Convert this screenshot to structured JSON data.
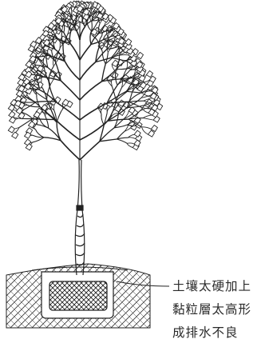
{
  "annotation": {
    "lines": [
      "土壤太硬加上",
      "黏粒層太高形",
      "成排水不良"
    ]
  },
  "colors": {
    "ink": "#222222",
    "background": "#ffffff"
  },
  "icons": [
    "tree-illustration",
    "leaf-icon",
    "planting-pit",
    "soil-hatch",
    "root-ball"
  ]
}
